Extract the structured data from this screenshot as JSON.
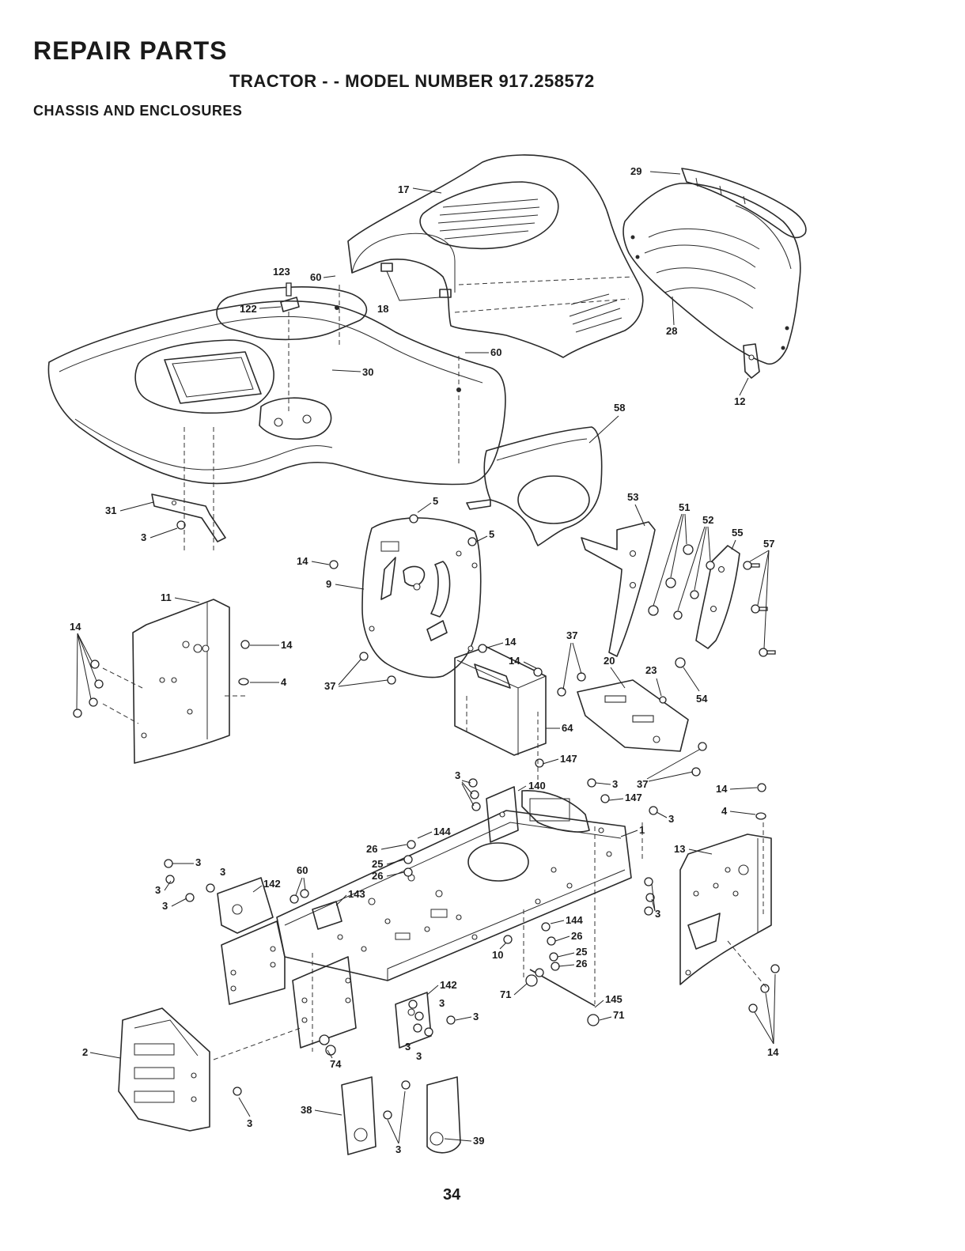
{
  "header": {
    "title": "REPAIR PARTS",
    "model": "TRACTOR - - MODEL NUMBER 917.258572",
    "section": "CHASSIS AND ENCLOSURES"
  },
  "page_number": "34",
  "callouts": [
    {
      "id": "c29",
      "label": "29"
    },
    {
      "id": "c17",
      "label": "17"
    },
    {
      "id": "c123",
      "label": "123"
    },
    {
      "id": "c60a",
      "label": "60"
    },
    {
      "id": "c122",
      "label": "122"
    },
    {
      "id": "c18",
      "label": "18"
    },
    {
      "id": "c28",
      "label": "28"
    },
    {
      "id": "c60b",
      "label": "60"
    },
    {
      "id": "c30",
      "label": "30"
    },
    {
      "id": "c12",
      "label": "12"
    },
    {
      "id": "c58",
      "label": "58"
    },
    {
      "id": "c31",
      "label": "31"
    },
    {
      "id": "c3a",
      "label": "3"
    },
    {
      "id": "c5a",
      "label": "5"
    },
    {
      "id": "c5b",
      "label": "5"
    },
    {
      "id": "c53",
      "label": "53"
    },
    {
      "id": "c51",
      "label": "51"
    },
    {
      "id": "c52",
      "label": "52"
    },
    {
      "id": "c55",
      "label": "55"
    },
    {
      "id": "c57",
      "label": "57"
    },
    {
      "id": "c14a",
      "label": "14"
    },
    {
      "id": "c9",
      "label": "9"
    },
    {
      "id": "c14b",
      "label": "14"
    },
    {
      "id": "c11",
      "label": "11"
    },
    {
      "id": "c14c",
      "label": "14"
    },
    {
      "id": "c4a",
      "label": "4"
    },
    {
      "id": "c14d",
      "label": "14"
    },
    {
      "id": "c37a",
      "label": "37"
    },
    {
      "id": "c14e",
      "label": "14"
    },
    {
      "id": "c37b",
      "label": "37"
    },
    {
      "id": "c20",
      "label": "20"
    },
    {
      "id": "c23",
      "label": "23"
    },
    {
      "id": "c54",
      "label": "54"
    },
    {
      "id": "c64",
      "label": "64"
    },
    {
      "id": "c147a",
      "label": "147"
    },
    {
      "id": "c3b",
      "label": "3"
    },
    {
      "id": "c140",
      "label": "140"
    },
    {
      "id": "c3c",
      "label": "3"
    },
    {
      "id": "c37c",
      "label": "37"
    },
    {
      "id": "c14f",
      "label": "14"
    },
    {
      "id": "c147b",
      "label": "147"
    },
    {
      "id": "c3d",
      "label": "3"
    },
    {
      "id": "c4b",
      "label": "4"
    },
    {
      "id": "c1",
      "label": "1"
    },
    {
      "id": "c144a",
      "label": "144"
    },
    {
      "id": "c26a",
      "label": "26"
    },
    {
      "id": "c13",
      "label": "13"
    },
    {
      "id": "c25a",
      "label": "25"
    },
    {
      "id": "c26b",
      "label": "26"
    },
    {
      "id": "c3e",
      "label": "3"
    },
    {
      "id": "c3f",
      "label": "3"
    },
    {
      "id": "c60c",
      "label": "60"
    },
    {
      "id": "c142a",
      "label": "142"
    },
    {
      "id": "c143",
      "label": "143"
    },
    {
      "id": "c3g",
      "label": "3"
    },
    {
      "id": "c3h",
      "label": "3"
    },
    {
      "id": "c3i",
      "label": "3"
    },
    {
      "id": "c144b",
      "label": "144"
    },
    {
      "id": "c26c",
      "label": "26"
    },
    {
      "id": "c10",
      "label": "10"
    },
    {
      "id": "c25b",
      "label": "25"
    },
    {
      "id": "c26d",
      "label": "26"
    },
    {
      "id": "c142b",
      "label": "142"
    },
    {
      "id": "c71a",
      "label": "71"
    },
    {
      "id": "c3j",
      "label": "3"
    },
    {
      "id": "c3k",
      "label": "3"
    },
    {
      "id": "c145",
      "label": "145"
    },
    {
      "id": "c71b",
      "label": "71"
    },
    {
      "id": "c2",
      "label": "2"
    },
    {
      "id": "c3l",
      "label": "3"
    },
    {
      "id": "c3m",
      "label": "3"
    },
    {
      "id": "c74",
      "label": "74"
    },
    {
      "id": "c14g",
      "label": "14"
    },
    {
      "id": "c3n",
      "label": "3"
    },
    {
      "id": "c38",
      "label": "38"
    },
    {
      "id": "c3o",
      "label": "3"
    },
    {
      "id": "c39",
      "label": "39"
    }
  ]
}
